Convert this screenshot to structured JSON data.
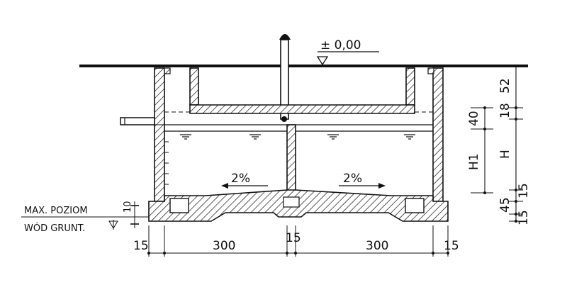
{
  "drawing": {
    "level_label": "± 0,00",
    "slope_left": "2%",
    "slope_right": "2%",
    "groundwater_line1": "MAX. POZIOM",
    "groundwater_line2": "WÓD GRUNT.",
    "groundwater_offset": "10",
    "dims_bottom": {
      "left_wall": "15",
      "left_chamber": "300",
      "middle_wall": "15",
      "right_chamber": "300",
      "right_wall": "15"
    },
    "dims_right": {
      "top": "52",
      "h_top": "40",
      "slab": "18",
      "h1": "H1",
      "h": "H",
      "lower": "15",
      "base_45": "45",
      "base_15": "15"
    }
  }
}
